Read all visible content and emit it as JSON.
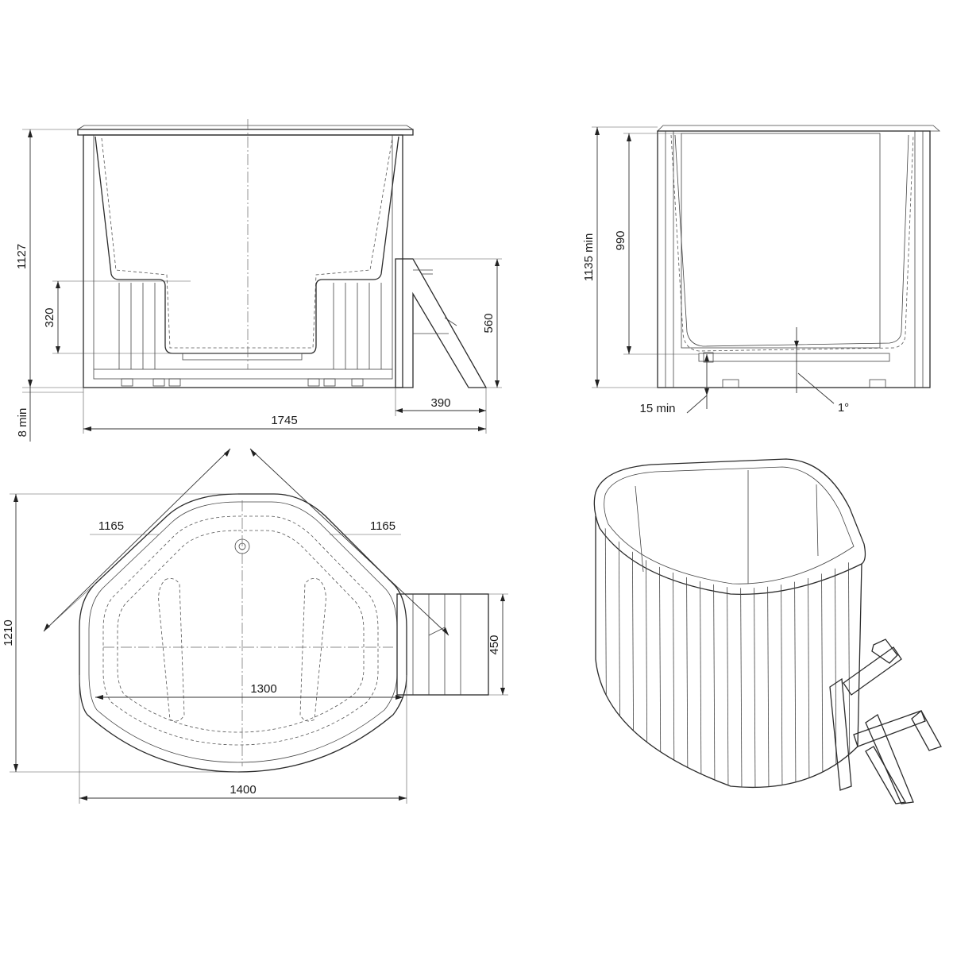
{
  "labels": {
    "front": {
      "height_total": "1127",
      "seat_height": "320",
      "step_height": "560",
      "step_depth": "390",
      "overall_length": "1745",
      "floor_gap": "8 min"
    },
    "side": {
      "install_height": "1135 min",
      "water_height": "990",
      "drain_gap": "15 min",
      "slope": "1°"
    },
    "plan": {
      "diag_left": "1165",
      "diag_right": "1165",
      "width": "1400",
      "depth": "1210",
      "inner": "1300",
      "step_width": "450"
    }
  }
}
